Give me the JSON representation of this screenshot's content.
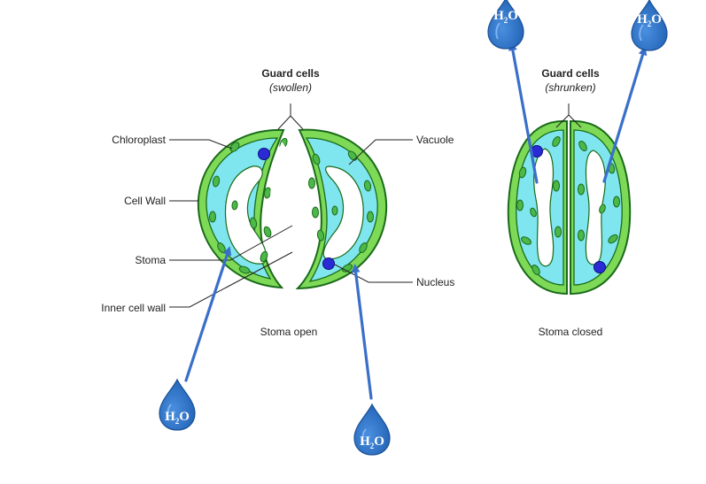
{
  "colors": {
    "cell_wall": "#7ed957",
    "cell_wall_dark": "#1a6b1a",
    "cytoplasm": "#7fe6f0",
    "vacuole": "#ffffff",
    "chloroplast": "#4cb848",
    "nucleus": "#2b2bd6",
    "arrow": "#3a6fc9",
    "droplet": "#2f74c9"
  },
  "labels": {
    "guard_cells_open": "Guard cells",
    "swollen": "(swollen)",
    "guard_cells_closed": "Guard cells",
    "shrunken": "(shrunken)",
    "chloroplast": "Chloroplast",
    "cell_wall": "Cell Wall",
    "stoma": "Stoma",
    "inner_cell_wall": "Inner cell wall",
    "vacuole": "Vacuole",
    "nucleus": "Nucleus",
    "stoma_open": "Stoma open",
    "stoma_closed": "Stoma closed"
  },
  "water": {
    "symbol": "H",
    "subscript": "2",
    "tail": "O"
  }
}
